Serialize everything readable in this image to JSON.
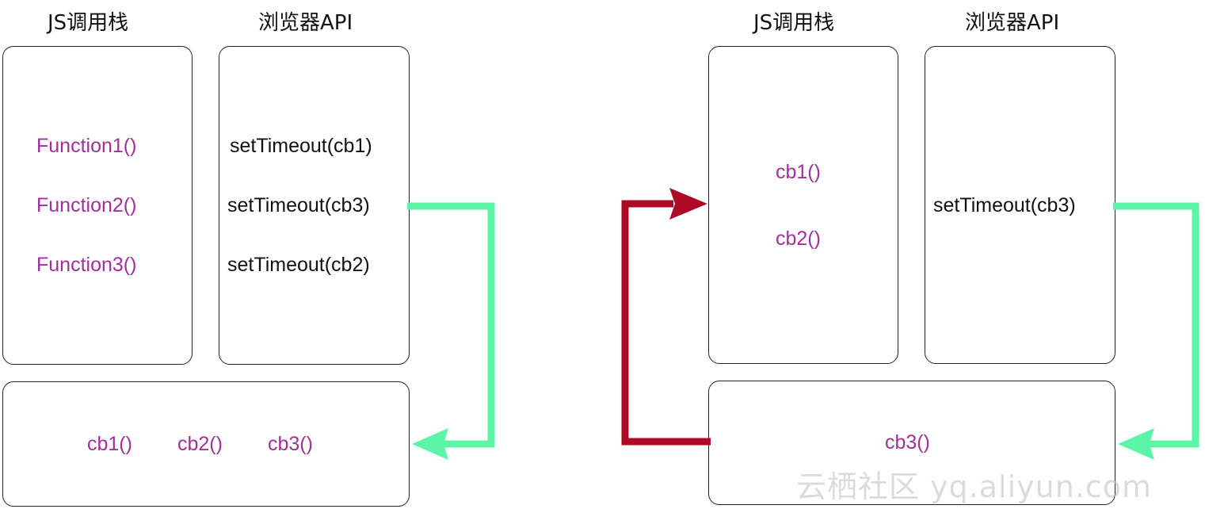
{
  "left": {
    "stack_title": "JS调用栈",
    "api_title": "浏览器API",
    "stack_items": [
      "Function1()",
      "Function2()",
      "Function3()"
    ],
    "api_items": [
      "setTimeout(cb1)",
      "setTimeout(cb3)",
      "setTimeout(cb2)"
    ],
    "queue_items": [
      "cb1()",
      "cb2()",
      "cb3()"
    ]
  },
  "right": {
    "stack_title": "JS调用栈",
    "api_title": "浏览器API",
    "stack_items": [
      "cb1()",
      "cb2()"
    ],
    "api_items": [
      "setTimeout(cb3)"
    ],
    "queue_items": [
      "cb3()"
    ]
  },
  "watermark": "云栖社区 yq.aliyun.com",
  "colors": {
    "function_text": "#a0309a",
    "api_text": "#111111",
    "timer_arrow": "#5cf5a8",
    "push_arrow": "#ad0a26"
  }
}
